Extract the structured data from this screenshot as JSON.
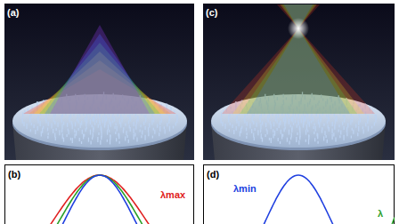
{
  "diagram": {
    "labels": [
      "(a)",
      "(c)",
      "(b)",
      "(d)",
      "λmax",
      "λmin",
      "λ"
    ]
  }
}
